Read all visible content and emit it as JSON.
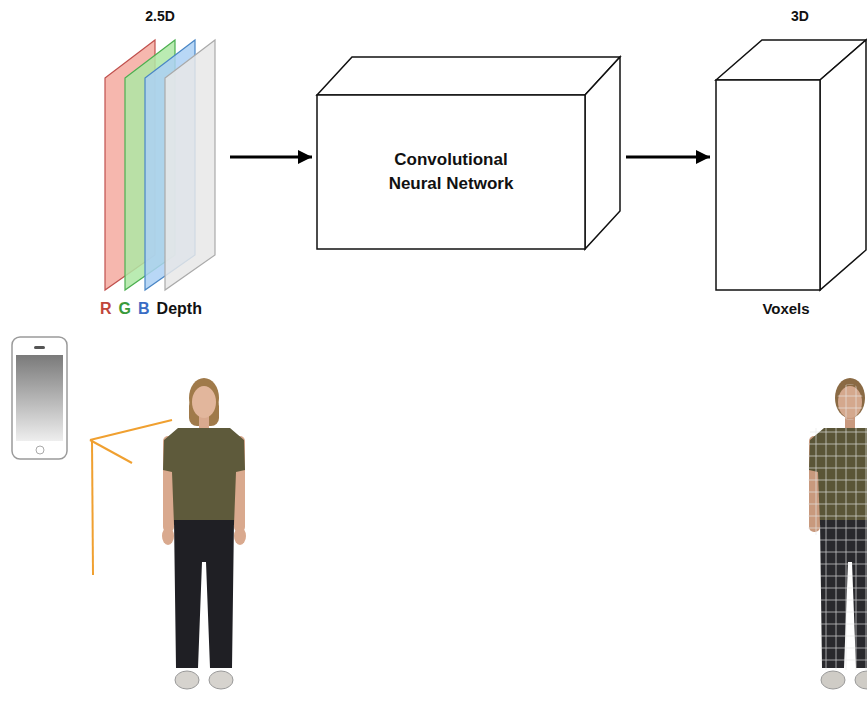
{
  "diagram": {
    "nodes": [
      {
        "text": [
          "2.5D",
          "R",
          "G",
          "B",
          "Depth"
        ]
      },
      {
        "text": [
          "Convolutional Neural Network"
        ]
      },
      {
        "text": [
          "3D",
          "Voxels"
        ]
      }
    ],
    "edges": [
      {
        "from": 0,
        "to": 1,
        "arrow": "to"
      },
      {
        "from": 1,
        "to": 2,
        "arrow": "to"
      }
    ]
  }
}
